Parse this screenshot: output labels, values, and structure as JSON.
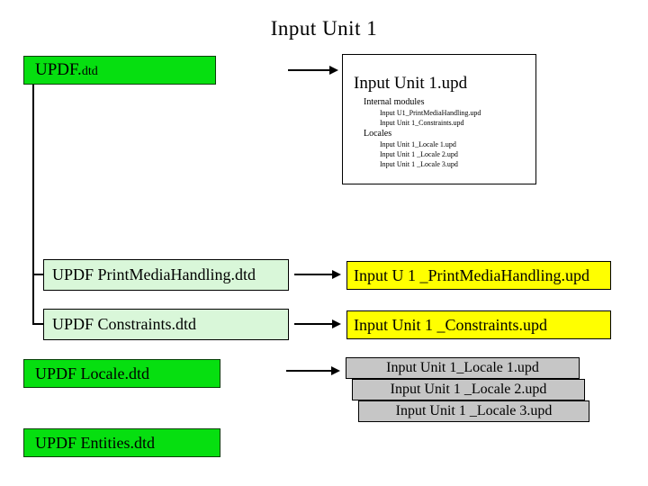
{
  "title": "Input Unit 1",
  "nodes": {
    "updf_dtd": {
      "label": "UPDF.",
      "suffix": "dtd"
    },
    "print_media_dtd": {
      "label": "UPDF PrintMediaHandling.dtd"
    },
    "print_media_upd": {
      "label": "Input U 1 _PrintMediaHandling.upd"
    },
    "constraints_dtd": {
      "label": "UPDF Constraints.dtd"
    },
    "constraints_upd": {
      "label": "Input Unit 1 _Constraints.upd"
    },
    "locale_dtd": {
      "label": "UPDF Locale.dtd"
    },
    "entities_dtd": {
      "label": "UPDF Entities.dtd"
    },
    "locale_upds": [
      "Input Unit 1_Locale 1.upd",
      "Input Unit 1 _Locale 2.upd",
      "Input Unit 1 _Locale 3.upd"
    ]
  },
  "overview": {
    "title": "Input Unit 1.upd",
    "sections": [
      {
        "heading": "Internal modules",
        "items": [
          "Input U1_PrintMediaHandling.upd",
          "Input Unit 1_Constraints.upd"
        ]
      },
      {
        "heading": "Locales",
        "items": [
          "Input Unit 1_Locale 1.upd",
          "Input Unit 1 _Locale 2.upd",
          "Input Unit 1 _Locale 3.upd"
        ]
      }
    ]
  },
  "colors": {
    "bright_green": "#06df10",
    "light_green": "#d9f7d9",
    "yellow": "#ffff00",
    "gray": "#c6c6c6",
    "line": "#000000"
  }
}
